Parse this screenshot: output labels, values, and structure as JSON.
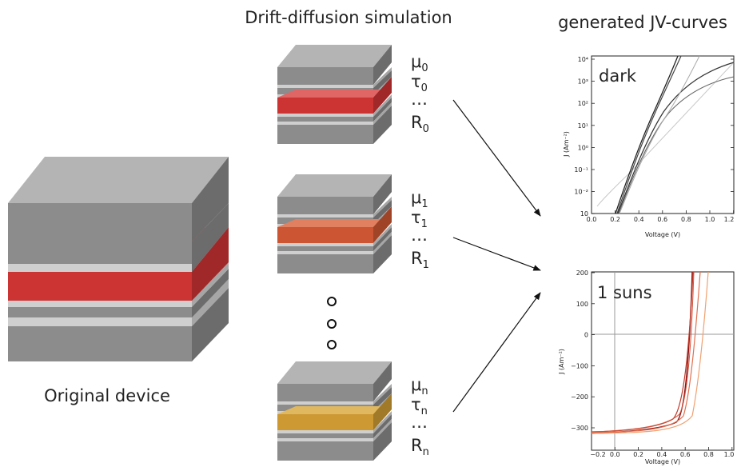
{
  "titles": {
    "simulation": "Drift-diffusion simulation",
    "curves": "generated JV-curves",
    "original": "Original device"
  },
  "colors": {
    "layer_gray_top": "#b4b4b4",
    "layer_gray_front": "#8c8c8c",
    "layer_gray_side": "#6c6c6c",
    "thin_light_front": "#cfcfcf",
    "device0_active": "#cc3333",
    "device1_active": "#cc5533",
    "devicen_active": "#cc9933"
  },
  "parameter_sets": [
    {
      "mu": "μ",
      "mu_sub": "0",
      "tau": "τ",
      "tau_sub": "0",
      "ellipsis": "…",
      "r": "R",
      "r_sub": "0"
    },
    {
      "mu": "μ",
      "mu_sub": "1",
      "tau": "τ",
      "tau_sub": "1",
      "ellipsis": "…",
      "r": "R",
      "r_sub": "1"
    },
    {
      "mu": "μ",
      "mu_sub": "n",
      "tau": "τ",
      "tau_sub": "n",
      "ellipsis": "…",
      "r": "R",
      "r_sub": "n"
    }
  ],
  "dark_plot": {
    "label": "dark",
    "ylabel": "J (Am⁻²)",
    "xlabel": "Voltage (V)",
    "x_ticks": [
      "0.0",
      "0.2",
      "0.4",
      "0.6",
      "0.8",
      "1.0",
      "1.2"
    ],
    "y_ticks": [
      "10⁴",
      "10³",
      "10²",
      "10¹",
      "10⁰",
      "10⁻¹",
      "10⁻²",
      "10"
    ]
  },
  "light_plot": {
    "label": "1 suns",
    "ylabel": "J (Am⁻²)",
    "xlabel": "Voltage (V)",
    "x_ticks": [
      "−0.2",
      "0.0",
      "0.2",
      "0.4",
      "0.6",
      "0.8",
      "1.0"
    ],
    "y_ticks": [
      "200",
      "100",
      "0",
      "−100",
      "−200",
      "−300"
    ]
  }
}
